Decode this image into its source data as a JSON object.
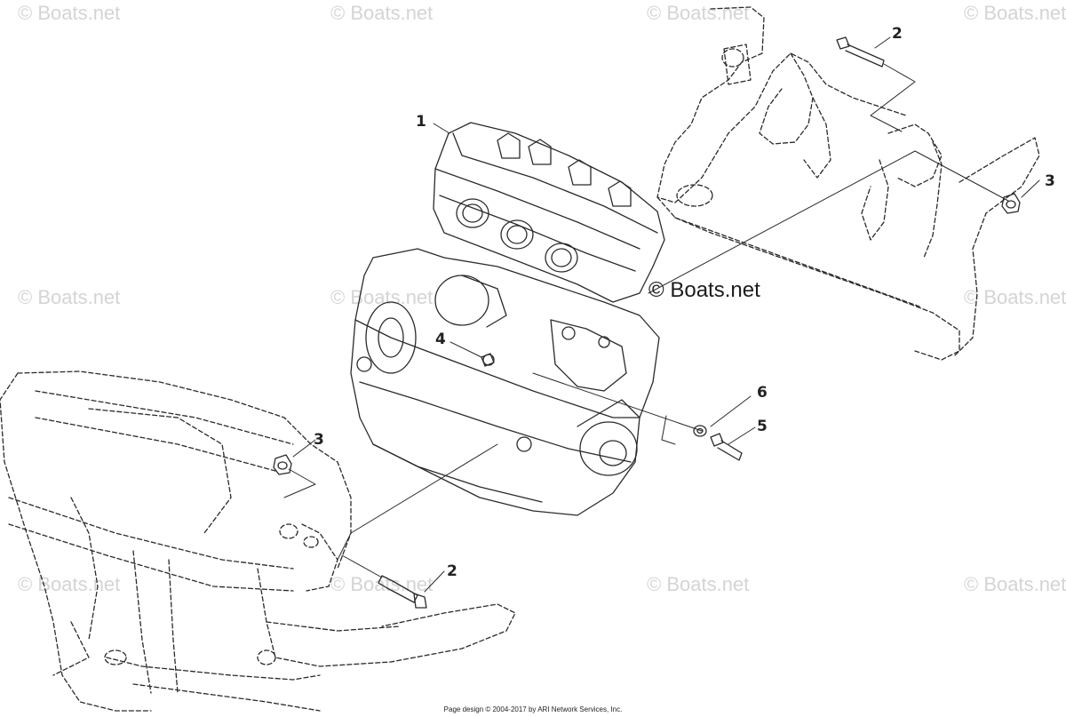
{
  "watermark_text": "© Boats.net",
  "main_watermark": "© Boats.net",
  "callouts": [
    {
      "id": "1",
      "label": "1"
    },
    {
      "id": "2a",
      "label": "2"
    },
    {
      "id": "3a",
      "label": "3"
    },
    {
      "id": "4",
      "label": "4"
    },
    {
      "id": "6",
      "label": "6"
    },
    {
      "id": "5",
      "label": "5"
    },
    {
      "id": "3b",
      "label": "3"
    },
    {
      "id": "2b",
      "label": "2"
    }
  ],
  "footer_text": "Page design © 2004-2017 by ARI Network Services, Inc.",
  "colors": {
    "line": "#2a2a2a",
    "watermark": "#d4d4d4",
    "background": "#ffffff"
  }
}
